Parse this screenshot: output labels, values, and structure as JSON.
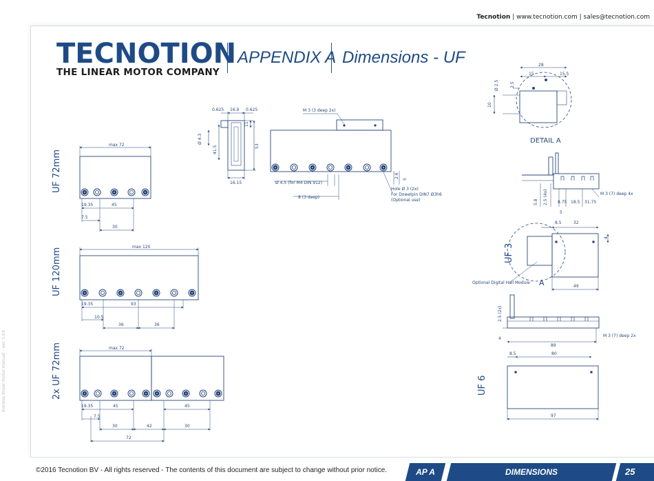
{
  "header": {
    "company": "Tecnotion",
    "links": "| www.tecnotion.com | sales@tecnotion.com",
    "logo_word": "TECNOTION",
    "logo_sub": "THE LINEAR MOTOR COMPANY",
    "appendix": "APPENDIX A",
    "title": "Dimensions - UF"
  },
  "labels": {
    "uf72": "UF 72mm",
    "uf120": "UF 120mm",
    "uf2x72": "2x UF 72mm",
    "uf3": "UF 3",
    "uf6": "UF 6",
    "detail_a": "DETAIL A",
    "a_marker": "A",
    "hall_module": "Optional Digital Hall Module"
  },
  "dims": {
    "max72": "max 72",
    "max120": "max 120",
    "d1935": "19.35",
    "d45": "45",
    "d75": "7.5",
    "d30": "30",
    "d93": "93",
    "d105": "10.5",
    "d36": "36",
    "d42": "42",
    "d72": "72",
    "d0625a": "0.625",
    "d169": "16.9",
    "d0625b": "0.625",
    "d43": "Ø 4.3",
    "d415": "41.5",
    "d53": "53",
    "d11": "11",
    "d1615": "16.15",
    "m3top": "M 3 (3 deep 2x)",
    "hole45": "Ø 4.5 (for M4 DIN 912)",
    "deep8": "8 (3 deep)",
    "hole3": "Hole Ø 3 (2x)",
    "dowel": "For Dowelpin DIN7 Ø3h6",
    "optional": "(Optional use)",
    "d28": "28",
    "d15": "15",
    "d155": "15.5",
    "d25a": "Ø 2.5",
    "d25b": "2.5",
    "d10": "10",
    "d58": "5.8",
    "d254": "2.5 (4x)",
    "d875": "8.75",
    "d185": "18.5",
    "d3175": "31.75",
    "m3_4x": "M 3 (7) deep 4x",
    "d5": "5",
    "d85a": "8.5",
    "d32": "32",
    "d49": "49",
    "d4": "4",
    "d25_2x": "2.5 (2x)",
    "m3_2x": "M 3 (7) deep 2x",
    "d89": "89",
    "d85b": "8.5",
    "d80": "80",
    "d97": "97",
    "d26": "2.6"
  },
  "footer": {
    "copyright": "©2016 Tecnotion BV - All rights reserved - The contents of this document are subject to change without prior notice.",
    "tab_left": "AP A",
    "tab_mid": "DIMENSIONS",
    "page": "25",
    "side_note": "Ironless linear motor manual - ver. 1.03"
  },
  "colors": {
    "brand": "#1e4b86",
    "line": "#27467a"
  }
}
